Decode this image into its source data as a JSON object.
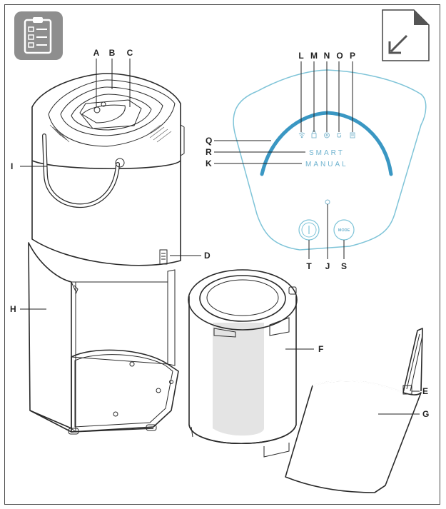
{
  "labels": {
    "A": "A",
    "B": "B",
    "C": "C",
    "D": "D",
    "E": "E",
    "F": "F",
    "G": "G",
    "H": "H",
    "I": "I",
    "J": "J",
    "K": "K",
    "L": "L",
    "M": "M",
    "N": "N",
    "O": "O",
    "P": "P",
    "Q": "Q",
    "R": "R",
    "S": "S",
    "T": "T"
  },
  "control_panel": {
    "smart_text": "SMART",
    "manual_text": "MANUAL",
    "mode_button_label": "MODE"
  },
  "colors": {
    "panel_outline": "#7fc4d8",
    "arc_blue": "#3a97c3",
    "text_light_blue": "#6fb3cf",
    "icon_bg": "#8e8e8e",
    "filter_grey": "#d5d5d5",
    "interior_grey": "#cfcfcf"
  },
  "icons": {
    "checklist": "clipboard-checklist-icon",
    "corner": "arrow-down-left-icon"
  }
}
